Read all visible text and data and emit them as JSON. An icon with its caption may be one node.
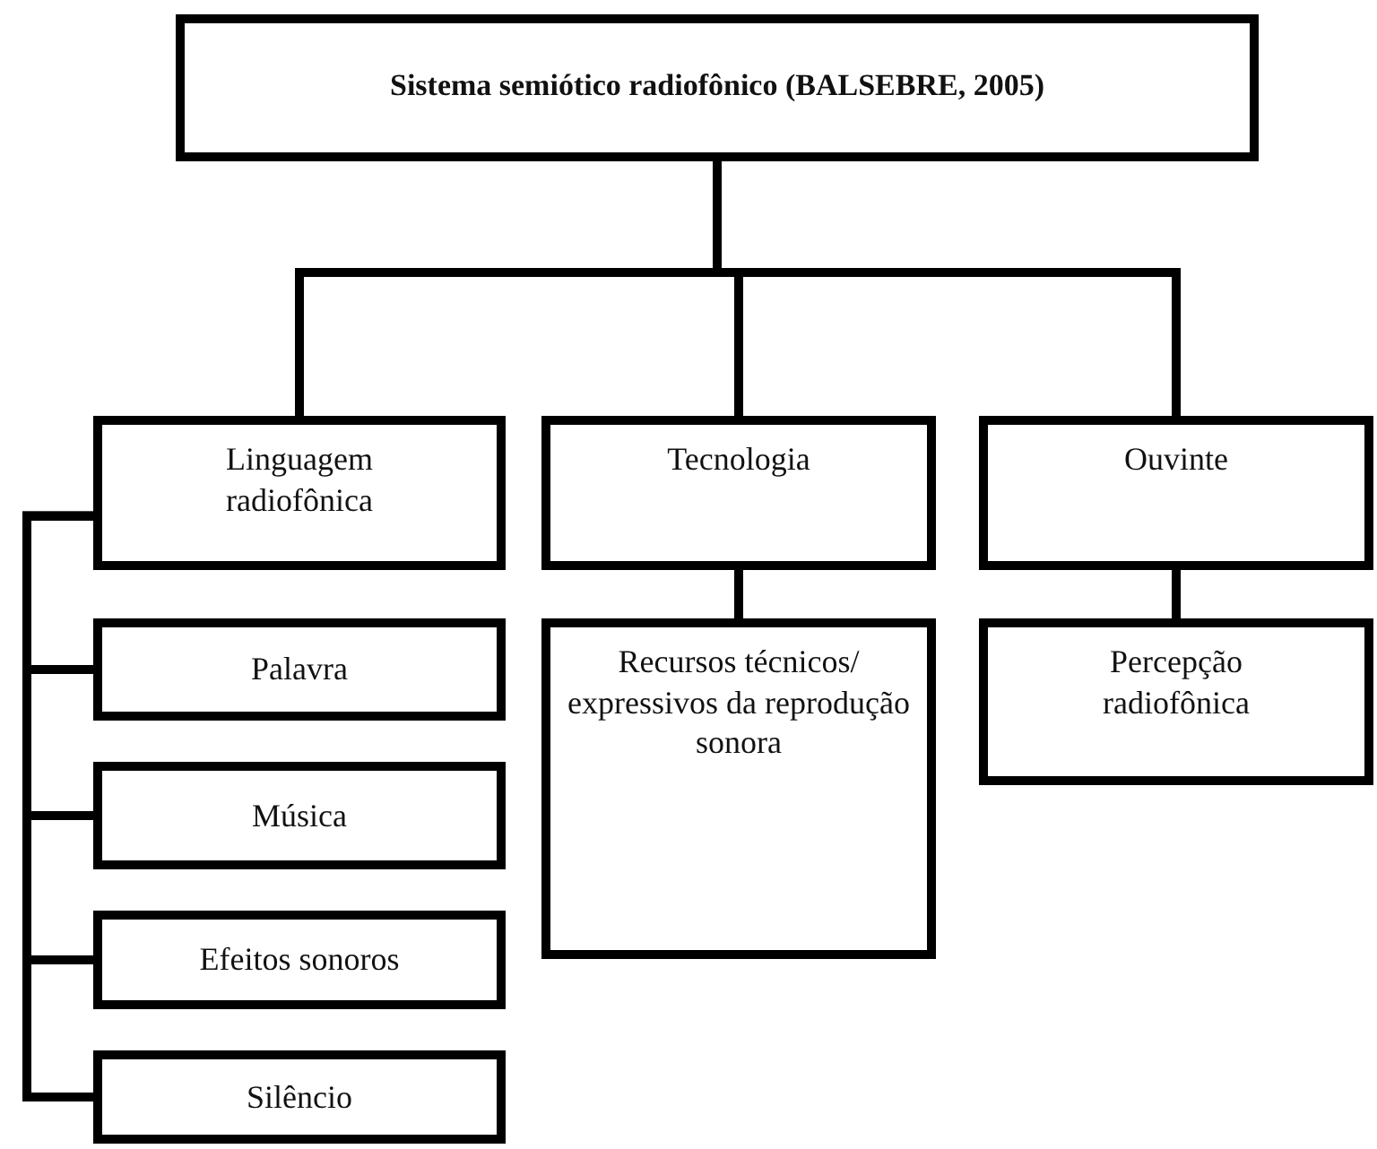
{
  "diagram": {
    "nodes": [
      {
        "text": [
          "Sistema semiótico radiofônico (BALSEBRE, 2005)"
        ]
      },
      {
        "text": [
          "Linguagem radiofônica"
        ]
      },
      {
        "text": [
          "Tecnologia"
        ]
      },
      {
        "text": [
          "Ouvinte"
        ]
      },
      {
        "text": [
          "Palavra"
        ]
      },
      {
        "text": [
          "Música"
        ]
      },
      {
        "text": [
          "Efeitos sonoros"
        ]
      },
      {
        "text": [
          "Silêncio"
        ]
      },
      {
        "text": [
          "Recursos técnicos/ expressivos da reprodução sonora"
        ]
      },
      {
        "text": [
          "Percepção radiofônica"
        ]
      }
    ],
    "edges": [
      {
        "from": 0,
        "to": 1,
        "arrow": "none"
      },
      {
        "from": 0,
        "to": 2,
        "arrow": "none"
      },
      {
        "from": 0,
        "to": 3,
        "arrow": "none"
      },
      {
        "from": 1,
        "to": 4,
        "arrow": "none"
      },
      {
        "from": 1,
        "to": 5,
        "arrow": "none"
      },
      {
        "from": 1,
        "to": 6,
        "arrow": "none"
      },
      {
        "from": 1,
        "to": 7,
        "arrow": "none"
      },
      {
        "from": 2,
        "to": 8,
        "arrow": "none"
      },
      {
        "from": 3,
        "to": 9,
        "arrow": "none"
      }
    ]
  }
}
